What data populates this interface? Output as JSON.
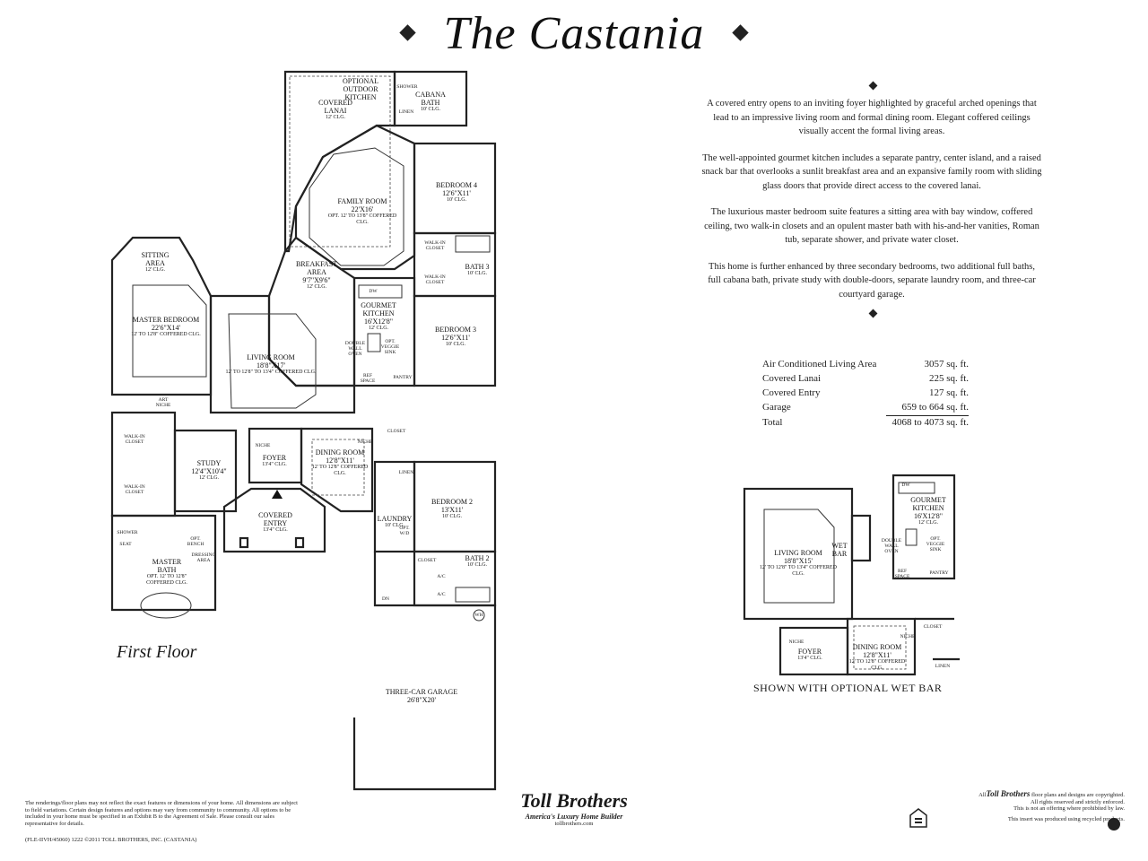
{
  "title": "The Castania",
  "description": [
    "A covered entry opens to an inviting foyer highlighted by graceful arched openings that lead to an impressive living room and formal dining room.  Elegant coffered ceilings visually accent the formal living areas.",
    "The well-appointed gourmet kitchen includes a separate pantry, center island, and a raised snack bar that overlooks a sunlit breakfast area and an expansive family room with sliding glass doors that provide direct access to the covered lanai.",
    "The luxurious master bedroom suite features a sitting area with bay window, coffered ceiling, two walk-in closets and an opulent master bath with his-and-her vanities, Roman tub, separate shower, and private water closet.",
    "This home is further enhanced by three secondary bedrooms, two additional full baths, full cabana bath, private study with double-doors, separate laundry room, and three-car courtyard garage."
  ],
  "areas": [
    {
      "label": "Air Conditioned Living Area",
      "value": "3057 sq. ft."
    },
    {
      "label": "Covered Lanai",
      "value": "225 sq. ft."
    },
    {
      "label": "Covered Entry",
      "value": "127 sq. ft."
    },
    {
      "label": "Garage",
      "value": "659 to 664 sq. ft."
    },
    {
      "label": "Total",
      "value": "4068 to 4073 sq. ft."
    }
  ],
  "rooms": {
    "covered_lanai": {
      "name": "COVERED LANAI",
      "sub": "12' CLG."
    },
    "outdoor_kitchen": {
      "name": "OPTIONAL OUTDOOR KITCHEN"
    },
    "cabana_bath": {
      "name": "CABANA BATH",
      "sub": "10' CLG."
    },
    "family_room": {
      "name": "FAMILY ROOM",
      "dim": "22'X16'",
      "sub": "OPT. 12' TO 13'8\" COFFERED CLG."
    },
    "bedroom4": {
      "name": "BEDROOM 4",
      "dim": "12'6\"X11'",
      "sub": "10' CLG."
    },
    "breakfast": {
      "name": "BREAKFAST AREA",
      "dim": "9'7\"X9'6\"",
      "sub": "12' CLG."
    },
    "sitting": {
      "name": "SITTING AREA",
      "sub": "12' CLG."
    },
    "master_bedroom": {
      "name": "MASTER BEDROOM",
      "dim": "22'6\"X14'",
      "sub": "12' TO 12'8\" COFFERED CLG."
    },
    "living_room": {
      "name": "LIVING ROOM",
      "dim": "18'8\"X17'",
      "sub": "12' TO 12'8\" TO 13'4\" COFFERED CLG."
    },
    "gourmet_kitchen": {
      "name": "GOURMET KITCHEN",
      "dim": "16'X12'8\"",
      "sub": "12' CLG."
    },
    "bath3": {
      "name": "BATH 3",
      "sub": "10' CLG."
    },
    "bedroom3": {
      "name": "BEDROOM 3",
      "dim": "12'6\"X11'",
      "sub": "10' CLG."
    },
    "study": {
      "name": "STUDY",
      "dim": "12'4\"X10'4\"",
      "sub": "12' CLG."
    },
    "foyer": {
      "name": "FOYER",
      "sub": "13'4\" CLG."
    },
    "dining_room": {
      "name": "DINING ROOM",
      "dim": "12'8\"X11'",
      "sub": "12' TO 12'8\" COFFERED CLG."
    },
    "bedroom2": {
      "name": "BEDROOM 2",
      "dim": "13'X11'",
      "sub": "10' CLG."
    },
    "covered_entry": {
      "name": "COVERED ENTRY",
      "sub": "13'4\" CLG."
    },
    "laundry": {
      "name": "LAUNDRY",
      "sub": "10' CLG."
    },
    "master_bath": {
      "name": "MASTER BATH",
      "sub": "OPT. 12' TO 12'8\" COFFERED CLG."
    },
    "bath2": {
      "name": "BATH 2",
      "sub": "10' CLG."
    },
    "garage": {
      "name": "THREE-CAR GARAGE",
      "dim": "26'8\"X20'"
    }
  },
  "small_labels": {
    "walkin_closet": "WALK-IN CLOSET",
    "closet": "CLOSET",
    "linen": "LINEN",
    "pantry": "PANTRY",
    "niche": "NICHE",
    "art_niche": "ART NICHE",
    "shower": "SHOWER",
    "seat": "SEAT",
    "dressing": "DRESSING AREA",
    "opt_bench": "OPT. BENCH",
    "dw": "DW",
    "double_wall_oven": "DOUBLE WALL OVEN",
    "opt_veggie_sink": "OPT. VEGGIE SINK",
    "ref_space": "REF SPACE",
    "ac": "A/C",
    "wh": "WH",
    "dn": "DN",
    "opt_wd": "OPT. W/D",
    "wet_bar": "WET BAR"
  },
  "floor_label": "First Floor",
  "optional_label": "SHOWN WITH OPTIONAL WET BAR",
  "optional_rooms": {
    "living_room": {
      "name": "LIVING ROOM",
      "dim": "18'8\"X15'",
      "sub": "12' TO 12'8\" TO 13'4\" COFFERED CLG."
    },
    "gourmet_kitchen": {
      "name": "GOURMET KITCHEN",
      "dim": "16'X12'8\"",
      "sub": "12' CLG."
    },
    "foyer": {
      "name": "FOYER",
      "sub": "13'4\" CLG."
    },
    "dining_room": {
      "name": "DINING ROOM",
      "dim": "12'8\"X11'",
      "sub": "12' TO 12'8\" COFFERED CLG."
    }
  },
  "disclaimer": "The renderings/floor plans may not reflect the exact features or dimensions of your home. All dimensions are subject to field variations. Certain design features and options may vary from community to community. All options to be included in your home must be specified in an Exhibit B to the Agreement of Sale. Please consult our sales representative for details.",
  "code_line": "(FLE-IIVH/45060) 1222 ©2011 TOLL BROTHERS, INC. (CASTANIA)",
  "brand": {
    "name": "Toll Brothers",
    "tagline": "America's Luxury Home Builder",
    "url": "tollbrothers.com"
  },
  "rights": {
    "prefix": "All",
    "brand": "Toll Brothers",
    "line1": "floor plans and designs are copyrighted.",
    "line2": "All rights reserved and strictly enforced.",
    "line3": "This is not an offering where prohibited by law.",
    "line4": "This insert was produced using recycled products."
  }
}
